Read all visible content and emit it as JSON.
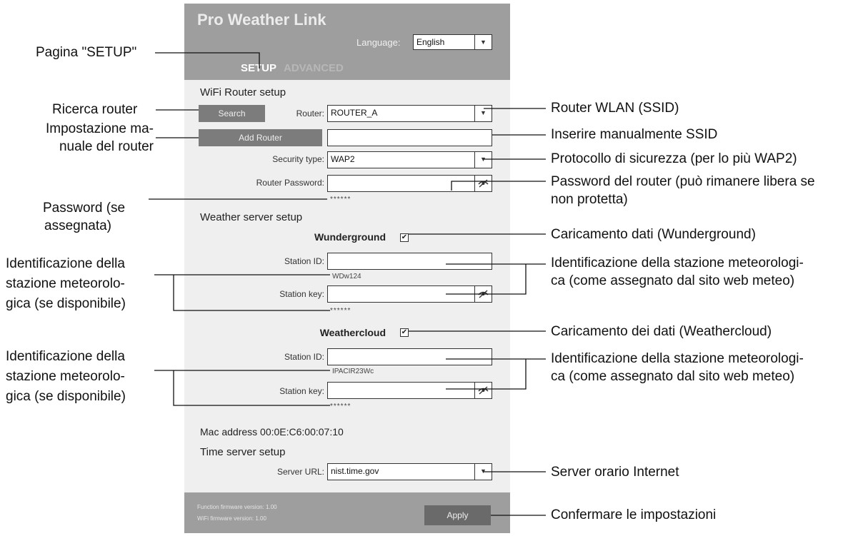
{
  "app": {
    "title": "Pro Weather Link",
    "language_label": "Language:",
    "language_value": "English",
    "tabs": [
      "SETUP",
      "ADVANCED"
    ]
  },
  "wifi": {
    "section_title": "WiFi Router setup",
    "search_button": "Search",
    "router_label": "Router:",
    "router_value": "ROUTER_A",
    "add_router_button": "Add Router",
    "manual_ssid_value": "",
    "security_label": "Security type:",
    "security_value": "WAP2",
    "password_label": "Router Password:",
    "password_value": "",
    "password_mask": "******"
  },
  "weather_server": {
    "section_title": "Weather server setup",
    "wunderground": {
      "name": "Wunderground",
      "checked": true,
      "station_id_label": "Station ID:",
      "station_id_value": "",
      "station_id_hint": "WDw124",
      "station_key_label": "Station key:",
      "station_key_value": "",
      "station_key_mask": "******"
    },
    "weathercloud": {
      "name": "Weathercloud",
      "checked": true,
      "station_id_label": "Station ID:",
      "station_id_value": "",
      "station_id_hint": "IPACIR23Wc",
      "station_key_label": "Station key:",
      "station_key_value": "",
      "station_key_mask": "******"
    }
  },
  "mac_address": "Mac address 00:0E:C6:00:07:10",
  "time_server": {
    "section_title": "Time server setup",
    "url_label": "Server URL:",
    "url_value": "nist.time.gov"
  },
  "footer": {
    "function_fw": "Function firmware version: 1.00",
    "wifi_fw": "WiFi firmware version: 1.00",
    "apply_button": "Apply"
  },
  "annotations": {
    "pagina_setup": "Pagina \"SETUP\"",
    "ricerca_router": "Ricerca router",
    "impostazione_manuale": [
      "Impostazione ma-",
      "nuale del router"
    ],
    "password_se": [
      "Password (se",
      "assegnata)"
    ],
    "ident_left_1": [
      "Identificazione della",
      "stazione meteorolo-",
      "gica (se disponibile)"
    ],
    "ident_left_2": [
      "Identificazione della",
      "stazione meteorolo-",
      "gica (se disponibile)"
    ],
    "router_wlan": "Router WLAN (SSID)",
    "inserire_ssid": "Inserire manualmente SSID",
    "protocollo": "Protocollo di sicurezza (per lo più WAP2)",
    "password_router": [
      "Password del router (può rimanere libera se",
      "non protetta)"
    ],
    "caricamento_wu": "Caricamento dati (Wunderground)",
    "ident_right_1": [
      "Identificazione della stazione meteorologi-",
      "ca (come assegnato dal sito web meteo)"
    ],
    "caricamento_wc": "Caricamento dei dati (Weathercloud)",
    "ident_right_2": [
      "Identificazione della stazione meteorologi-",
      "ca (come assegnato dal sito web meteo)"
    ],
    "server_orario": "Server orario Internet",
    "confermare": "Confermare le impostazioni"
  },
  "icons": {
    "dropdown": "dropdown-arrow-icon",
    "eye": "eye-off-icon",
    "check": "checkbox-checked-icon"
  }
}
